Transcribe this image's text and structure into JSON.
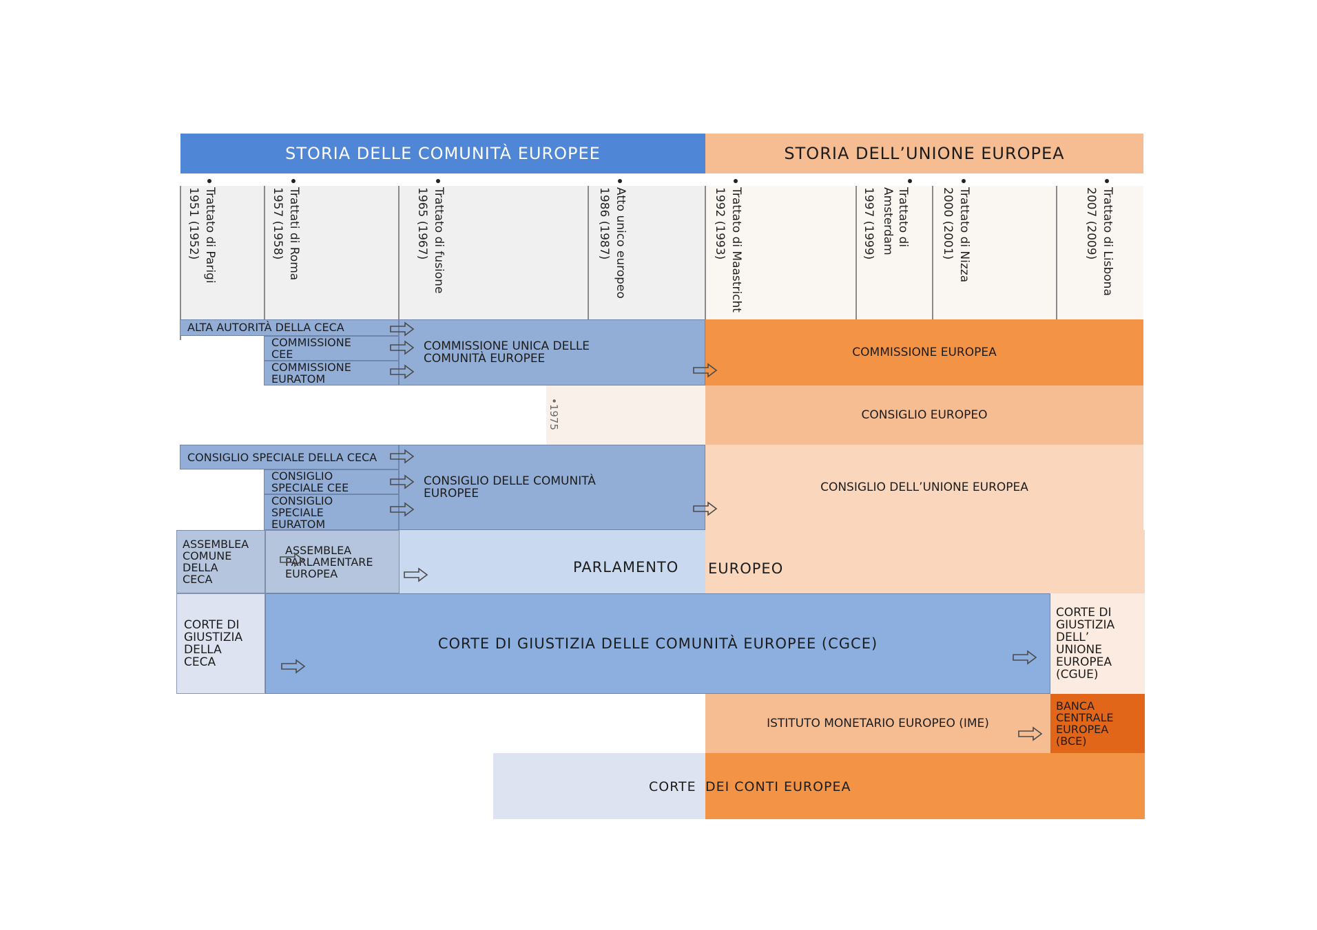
{
  "headers": {
    "communities": "STORIA DELLE COMUNITÀ EUROPEE",
    "union": "STORIA DELL’UNIONE EUROPEA"
  },
  "treaties": [
    {
      "name": "Trattato di Parigi",
      "years": "1951 (1952)"
    },
    {
      "name": "Trattati di Roma",
      "years": "1957 (1958)"
    },
    {
      "name": "Trattato di fusione",
      "years": "1965 (1967)"
    },
    {
      "name": "Atto unico europeo",
      "years": "1986 (1987)"
    },
    {
      "name": "Trattato di Maastricht",
      "years": "1992 (1993)"
    },
    {
      "name": "Trattato di Amsterdam",
      "years": "1997 (1999)"
    },
    {
      "name": "Trattato di Nizza",
      "years": "2000 (2001)"
    },
    {
      "name": "Trattato di Lisbona",
      "years": "2007 (2009)"
    }
  ],
  "year_marker": "•1975",
  "commission": {
    "alta_autorita": "ALTA AUTORITÀ DELLA CECA",
    "cee": "COMMISSIONE CEE",
    "euratom": "COMMISSIONE EURATOM",
    "unica": "COMMISSIONE UNICA DELLE COMUNITÀ EUROPEE",
    "europea": "COMMISSIONE EUROPEA"
  },
  "consiglio_europeo": "CONSIGLIO EUROPEO",
  "council": {
    "ceca": "CONSIGLIO SPECIALE DELLA CECA",
    "cee": "CONSIGLIO SPECIALE CEE",
    "euratom": "CONSIGLIO SPECIALE EURATOM",
    "comunita": "CONSIGLIO DELLE COMUNITÀ EUROPEE",
    "unione": "CONSIGLIO DELL’UNIONE EUROPEA"
  },
  "parliament": {
    "assemblea_ceca": "ASSEMBLEA COMUNE DELLA CECA",
    "assemblea_parl": "ASSEMBLEA PARLAMENTARE EUROPEA",
    "parlamento": "PARLAMENTO",
    "europeo": "EUROPEO"
  },
  "court": {
    "ceca": "CORTE DI GIUSTIZIA DELLA CECA",
    "cgce": "CORTE DI GIUSTIZIA DELLE COMUNITÀ EUROPEE (CGCE)",
    "cgue": "CORTE DI GIUSTIZIA DELL’ UNIONE EUROPEA (CGUE)"
  },
  "monetary": {
    "ime": "ISTITUTO MONETARIO EUROPEO  (IME)",
    "bce": "BANCA CENTRALE EUROPEA (BCE)"
  },
  "audit": {
    "corte": "CORTE",
    "dei_conti": "DEI CONTI EUROPEA"
  },
  "colors": {
    "blue_header": "#4f86d6",
    "orange_header": "#f6bd93",
    "blue_mid": "#93aed6",
    "blue_court": "#8cafdf",
    "blue_light": "#c9d9ef",
    "blue_pale": "#dee3f1",
    "orange_strong": "#f39345",
    "orange_light": "#f8c6a1",
    "orange_pale": "#fad6bd",
    "orange_dark": "#e2661a"
  }
}
